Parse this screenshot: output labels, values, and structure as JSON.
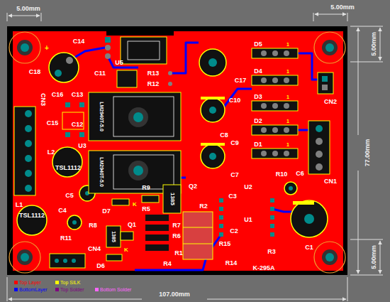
{
  "diagram": {
    "labels": [
      "5.00mm",
      "5.00mm",
      "5.00mm",
      "77.00mm",
      "5.00mm",
      "107.00mm",
      "C14",
      "C11",
      "U5",
      "R13",
      "R12",
      "C18",
      "C16",
      "C13",
      "CN3",
      "C15",
      "C12",
      "U3",
      "L2",
      "TSL1112",
      "L1",
      "TSL1112",
      "C5",
      "C4",
      "R11",
      "CN4",
      "D6",
      "D7",
      "R8",
      "Q1",
      "R9",
      "R5",
      "Q2",
      "R2",
      "R7",
      "R6",
      "R1",
      "R4",
      "R15",
      "R14",
      "K-295A",
      "C1",
      "R3",
      "U1",
      "U2",
      "C2",
      "C3",
      "R10",
      "C6",
      "CN1",
      "D1",
      "D2",
      "D3",
      "D4",
      "D5",
      "C17",
      "C10",
      "C8",
      "C9",
      "C7",
      "CN2",
      "LM2940T-5.0",
      "LM2940T-5.0",
      "1385",
      "1385",
      "K",
      "K",
      "+",
      "1",
      "1",
      "1",
      "1",
      "1"
    ],
    "legend": [
      {
        "text": "Top Layer",
        "color": "#ff0000"
      },
      {
        "text": "Top SILK",
        "color": "#ffff00"
      },
      {
        "text": "BottomLayer",
        "color": "#0000ff"
      },
      {
        "text": "Top Solder",
        "color": "#800080"
      },
      {
        "text": "Bottom Solder",
        "color": "#ff66ff"
      }
    ]
  }
}
